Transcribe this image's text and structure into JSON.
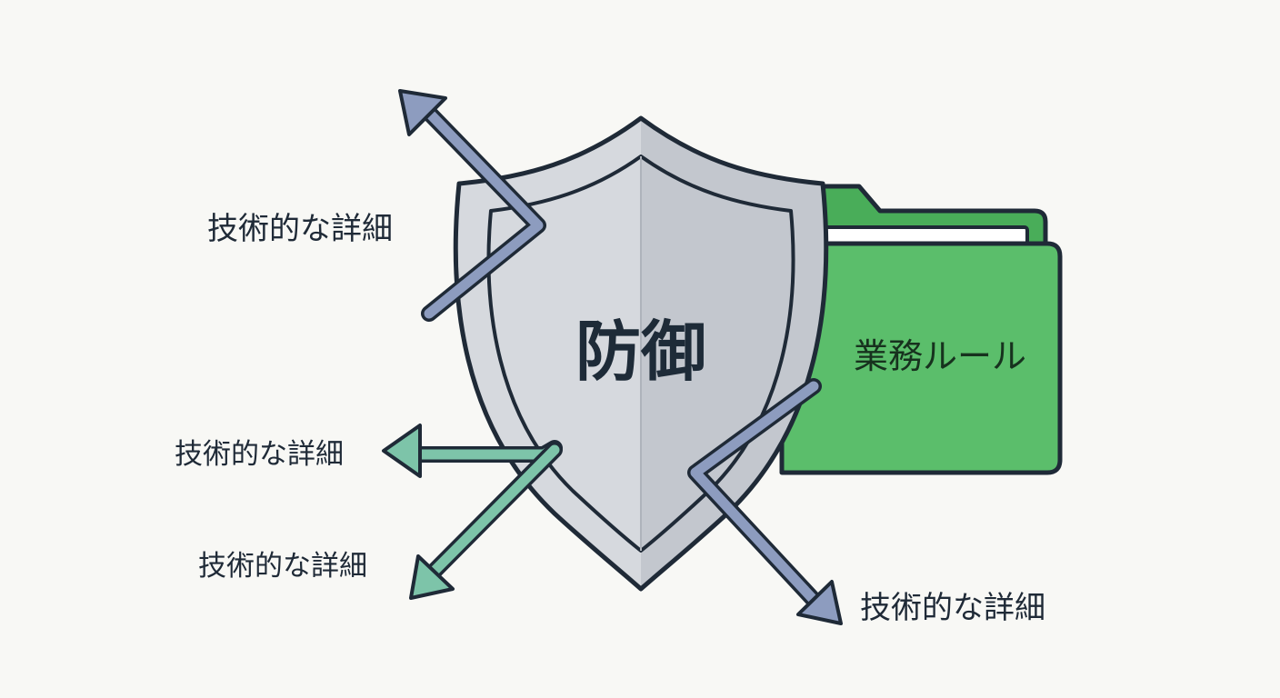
{
  "shield": {
    "label": "防御"
  },
  "folder": {
    "label": "業務ルール"
  },
  "arrows": [
    {
      "label": "技術的な詳細",
      "direction": "upper-left",
      "color": "#8d9cbf"
    },
    {
      "label": "技術的な詳細",
      "direction": "left",
      "color": "#7dc4a9"
    },
    {
      "label": "技術的な詳細",
      "direction": "lower-left",
      "color": "#7dc4a9"
    },
    {
      "label": "技術的な詳細",
      "direction": "lower-right",
      "color": "#8d9cbf"
    }
  ],
  "colors": {
    "shield_light": "#d5d8dd",
    "shield_dark": "#c2c6cd",
    "folder_green": "#5bbe6b",
    "folder_tab_green": "#49ad59",
    "outline": "#1f2a37"
  }
}
